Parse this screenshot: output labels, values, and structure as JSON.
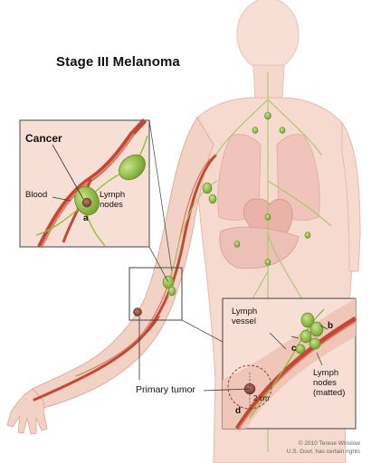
{
  "title": "Stage III Melanoma",
  "inset_left": {
    "cancer": "Cancer",
    "blood": "Blood",
    "lymph_nodes_line1": "Lymph",
    "lymph_nodes_line2": "nodes",
    "marker": "a"
  },
  "inset_right": {
    "lymph_vessel_line1": "Lymph",
    "lymph_vessel_line2": "vessel",
    "marker_b": "b",
    "marker_c": "c",
    "marker_d": "d",
    "matted_line1": "Lymph",
    "matted_line2": "nodes",
    "matted_line3": "(matted)",
    "size": "2 cm"
  },
  "primary_tumor": "Primary tumor",
  "credit_line1": "© 2010 Terese Winslow",
  "credit_line2": "U.S. Govt. has certain rights",
  "colors": {
    "skin": "#f6d9cf",
    "skin_edge": "#e7b9ab",
    "artery": "#b8402e",
    "lymph_node": "#8fbf3e",
    "frame": "#444444"
  }
}
